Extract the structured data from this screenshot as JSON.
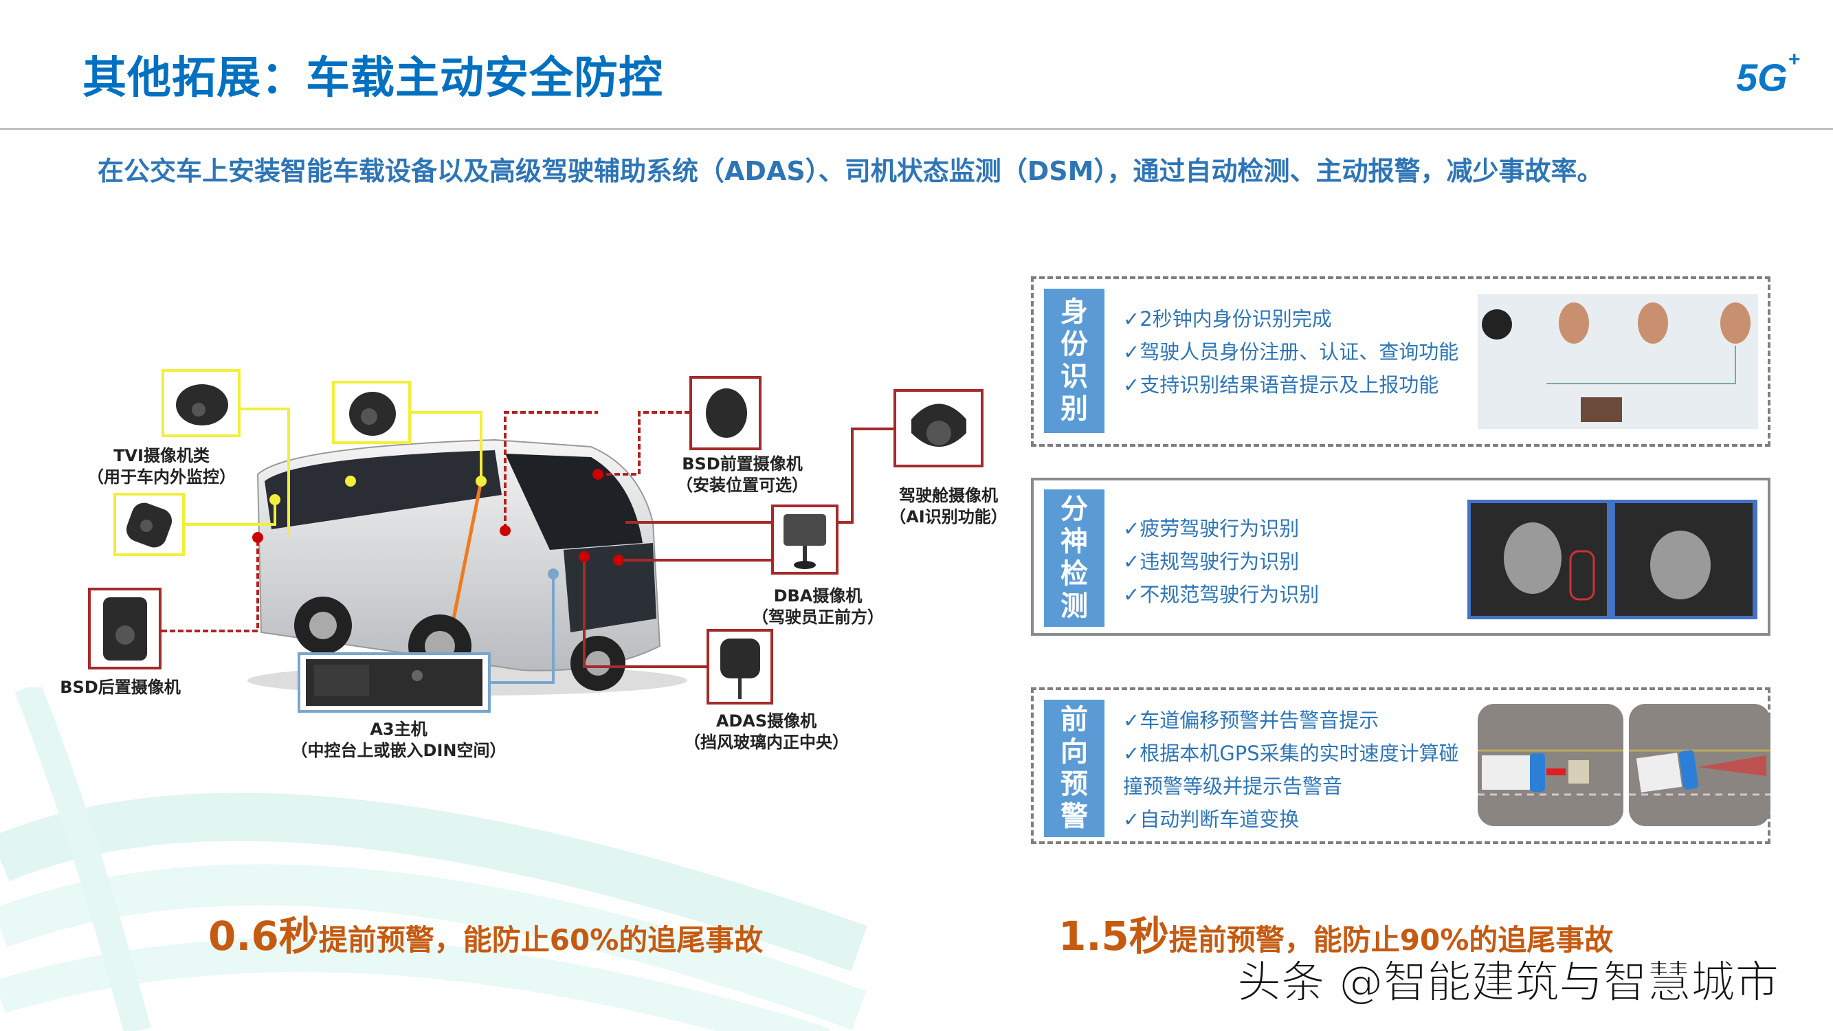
{
  "header": {
    "title": "其他拓展：车载主动安全防控",
    "logo_text": "5G+"
  },
  "subtitle": "在公交车上安装智能车载设备以及高级驾驶辅助系统（ADAS）、司机状态监测（DSM），通过自动检测、主动报警，减少事故率。",
  "diagram": {
    "tvi": {
      "label1": "TVI摄像机类",
      "label2": "（用于车内外监控）"
    },
    "bsd_rear": {
      "label": "BSD后置摄像机"
    },
    "a3": {
      "label1": "A3主机",
      "label2": "（中控台上或嵌入DIN空间）"
    },
    "bsd_front": {
      "label1": "BSD前置摄像机",
      "label2": "（安装位置可选）"
    },
    "cockpit": {
      "label1": "驾驶舱摄像机",
      "label2": "（AI识别功能）"
    },
    "dba": {
      "label1": "DBA摄像机",
      "label2": "（驾驶员正前方）"
    },
    "adas": {
      "label1": "ADAS摄像机",
      "label2": "（挡风玻璃内正中央）"
    },
    "colors": {
      "tvi": "#f2ef3c",
      "bsd": "#a52a2a",
      "host": "#7aa6cc"
    }
  },
  "panels": [
    {
      "label": [
        "身",
        "份",
        "识",
        "别"
      ],
      "items": [
        "✓2秒钟内身份识别完成",
        "✓驾驶人员身份注册、认证、查询功能",
        "✓支持识别结果语音提示及上报功能"
      ]
    },
    {
      "label": [
        "分",
        "神",
        "检",
        "测"
      ],
      "items": [
        "✓疲劳驾驶行为识别",
        "✓违规驾驶行为识别",
        "✓不规范驾驶行为识别"
      ]
    },
    {
      "label": [
        "前",
        "向",
        "预",
        "警"
      ],
      "items": [
        "✓车道偏移预警并告警音提示",
        "✓根据本机GPS采集的实时速度计算碰撞预警等级并提示告警音",
        "✓自动判断车道变换"
      ]
    }
  ],
  "bottom": {
    "left": {
      "num": "0.6秒",
      "text": "提前预警，能防止60%的追尾事故"
    },
    "right": {
      "num": "1.5秒",
      "text": "提前预警，能防止90%的追尾事故"
    }
  },
  "watermark": "头条 @智能建筑与智慧城市",
  "colors": {
    "title": "#0070c0",
    "subtitle": "#2e75b6",
    "label_bg": "#5b9bd5",
    "highlight": "#c55a11"
  }
}
